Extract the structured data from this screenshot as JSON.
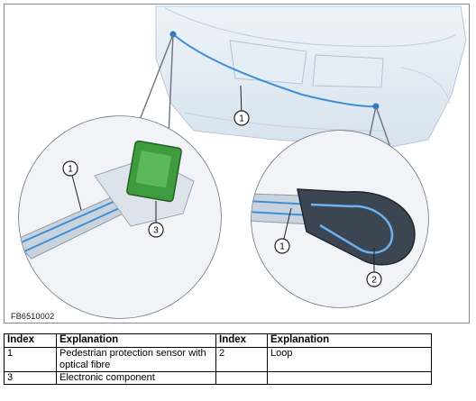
{
  "figure": {
    "code": "FB6510002",
    "callouts": [
      "1",
      "1",
      "3",
      "1",
      "2"
    ]
  },
  "table": {
    "headers": [
      "Index",
      "Explanation",
      "Index",
      "Explanation"
    ],
    "rows": [
      [
        "1",
        "Pedestrian protection sensor with optical fibre",
        "2",
        "Loop"
      ],
      [
        "3",
        "Electronic component",
        "",
        ""
      ]
    ]
  },
  "colors": {
    "fibre": "#3f8fd8",
    "electronic": "#3e9b3e",
    "frame": "#7f8a99",
    "bumper": "#dfe9f2"
  }
}
